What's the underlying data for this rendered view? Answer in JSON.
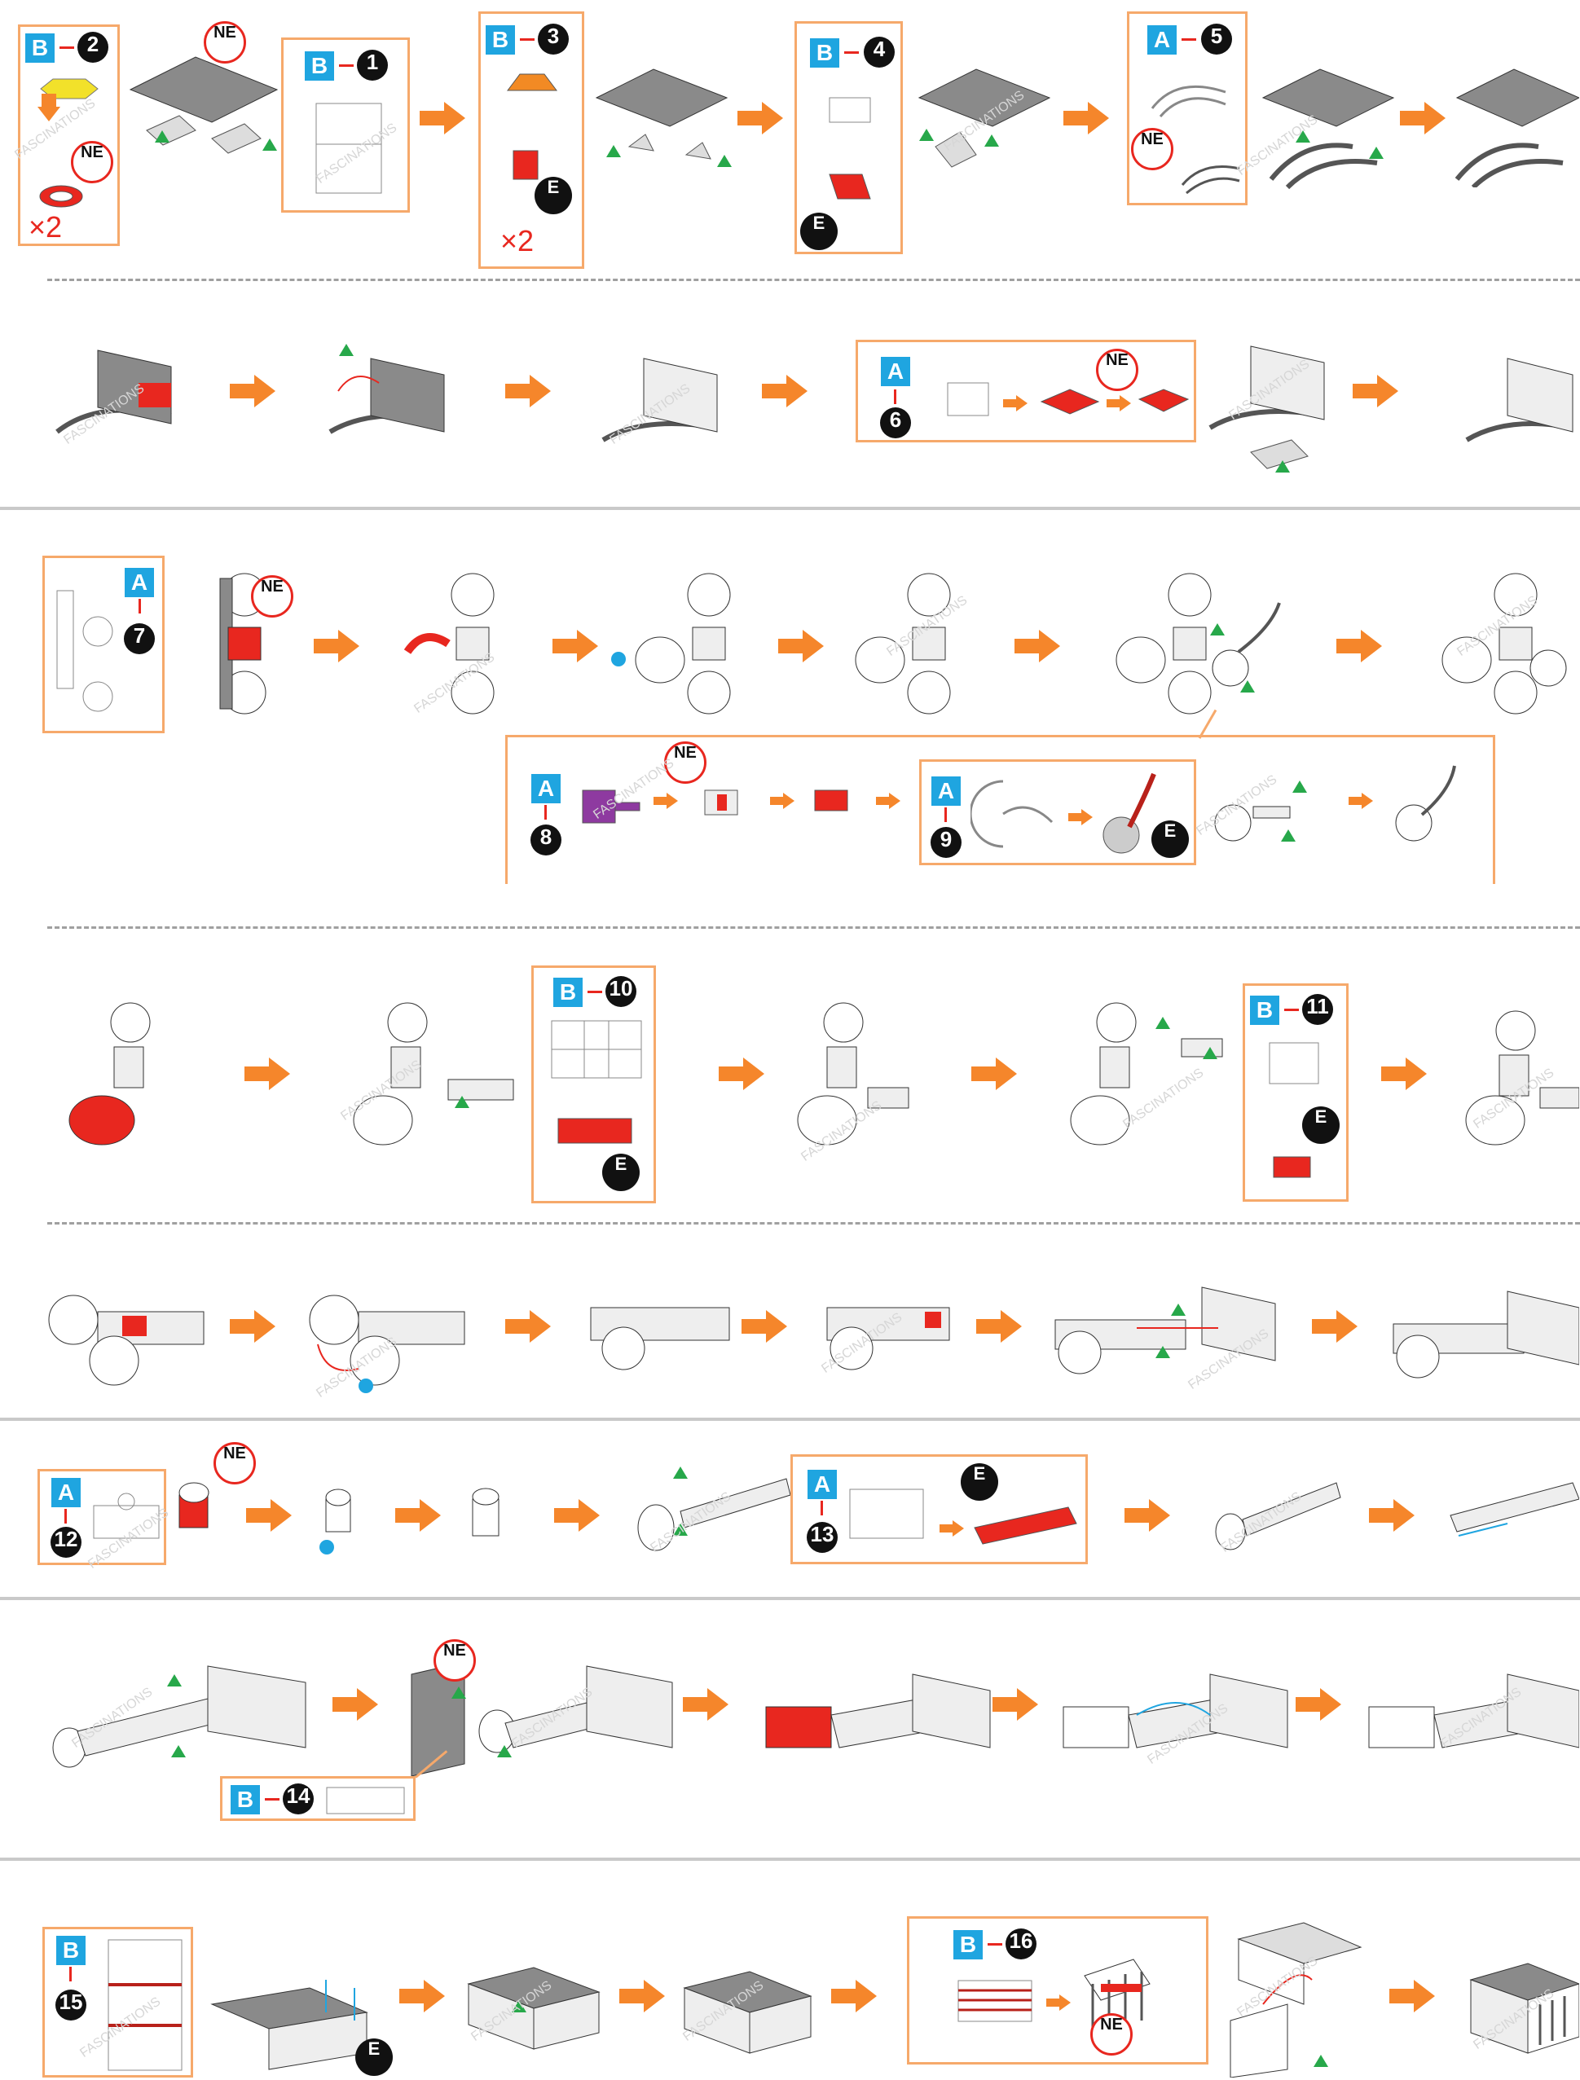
{
  "sheet_labels": {
    "A": "A",
    "B": "B"
  },
  "step_numbers": [
    "1",
    "2",
    "3",
    "4",
    "5",
    "6",
    "7",
    "8",
    "9",
    "10",
    "11",
    "12",
    "13",
    "14",
    "15",
    "16"
  ],
  "markers": {
    "ne": "NE",
    "e": "E",
    "times_two": "×2"
  },
  "watermark": "FASCINATIONS",
  "colors": {
    "accent_orange": "#f5862b",
    "box_border": "#f6a96b",
    "sheet_blue": "#1fa5e0",
    "highlight_red": "#e8271f",
    "tab_green": "#27a84a",
    "part_yellow": "#f2e12a",
    "part_purple": "#8e3aa0",
    "part_orange": "#f28a24"
  },
  "icons": [
    "orange-arrow-icon",
    "green-tab-triangle-icon",
    "blue-dot-icon",
    "blue-direction-arrow-icon"
  ]
}
